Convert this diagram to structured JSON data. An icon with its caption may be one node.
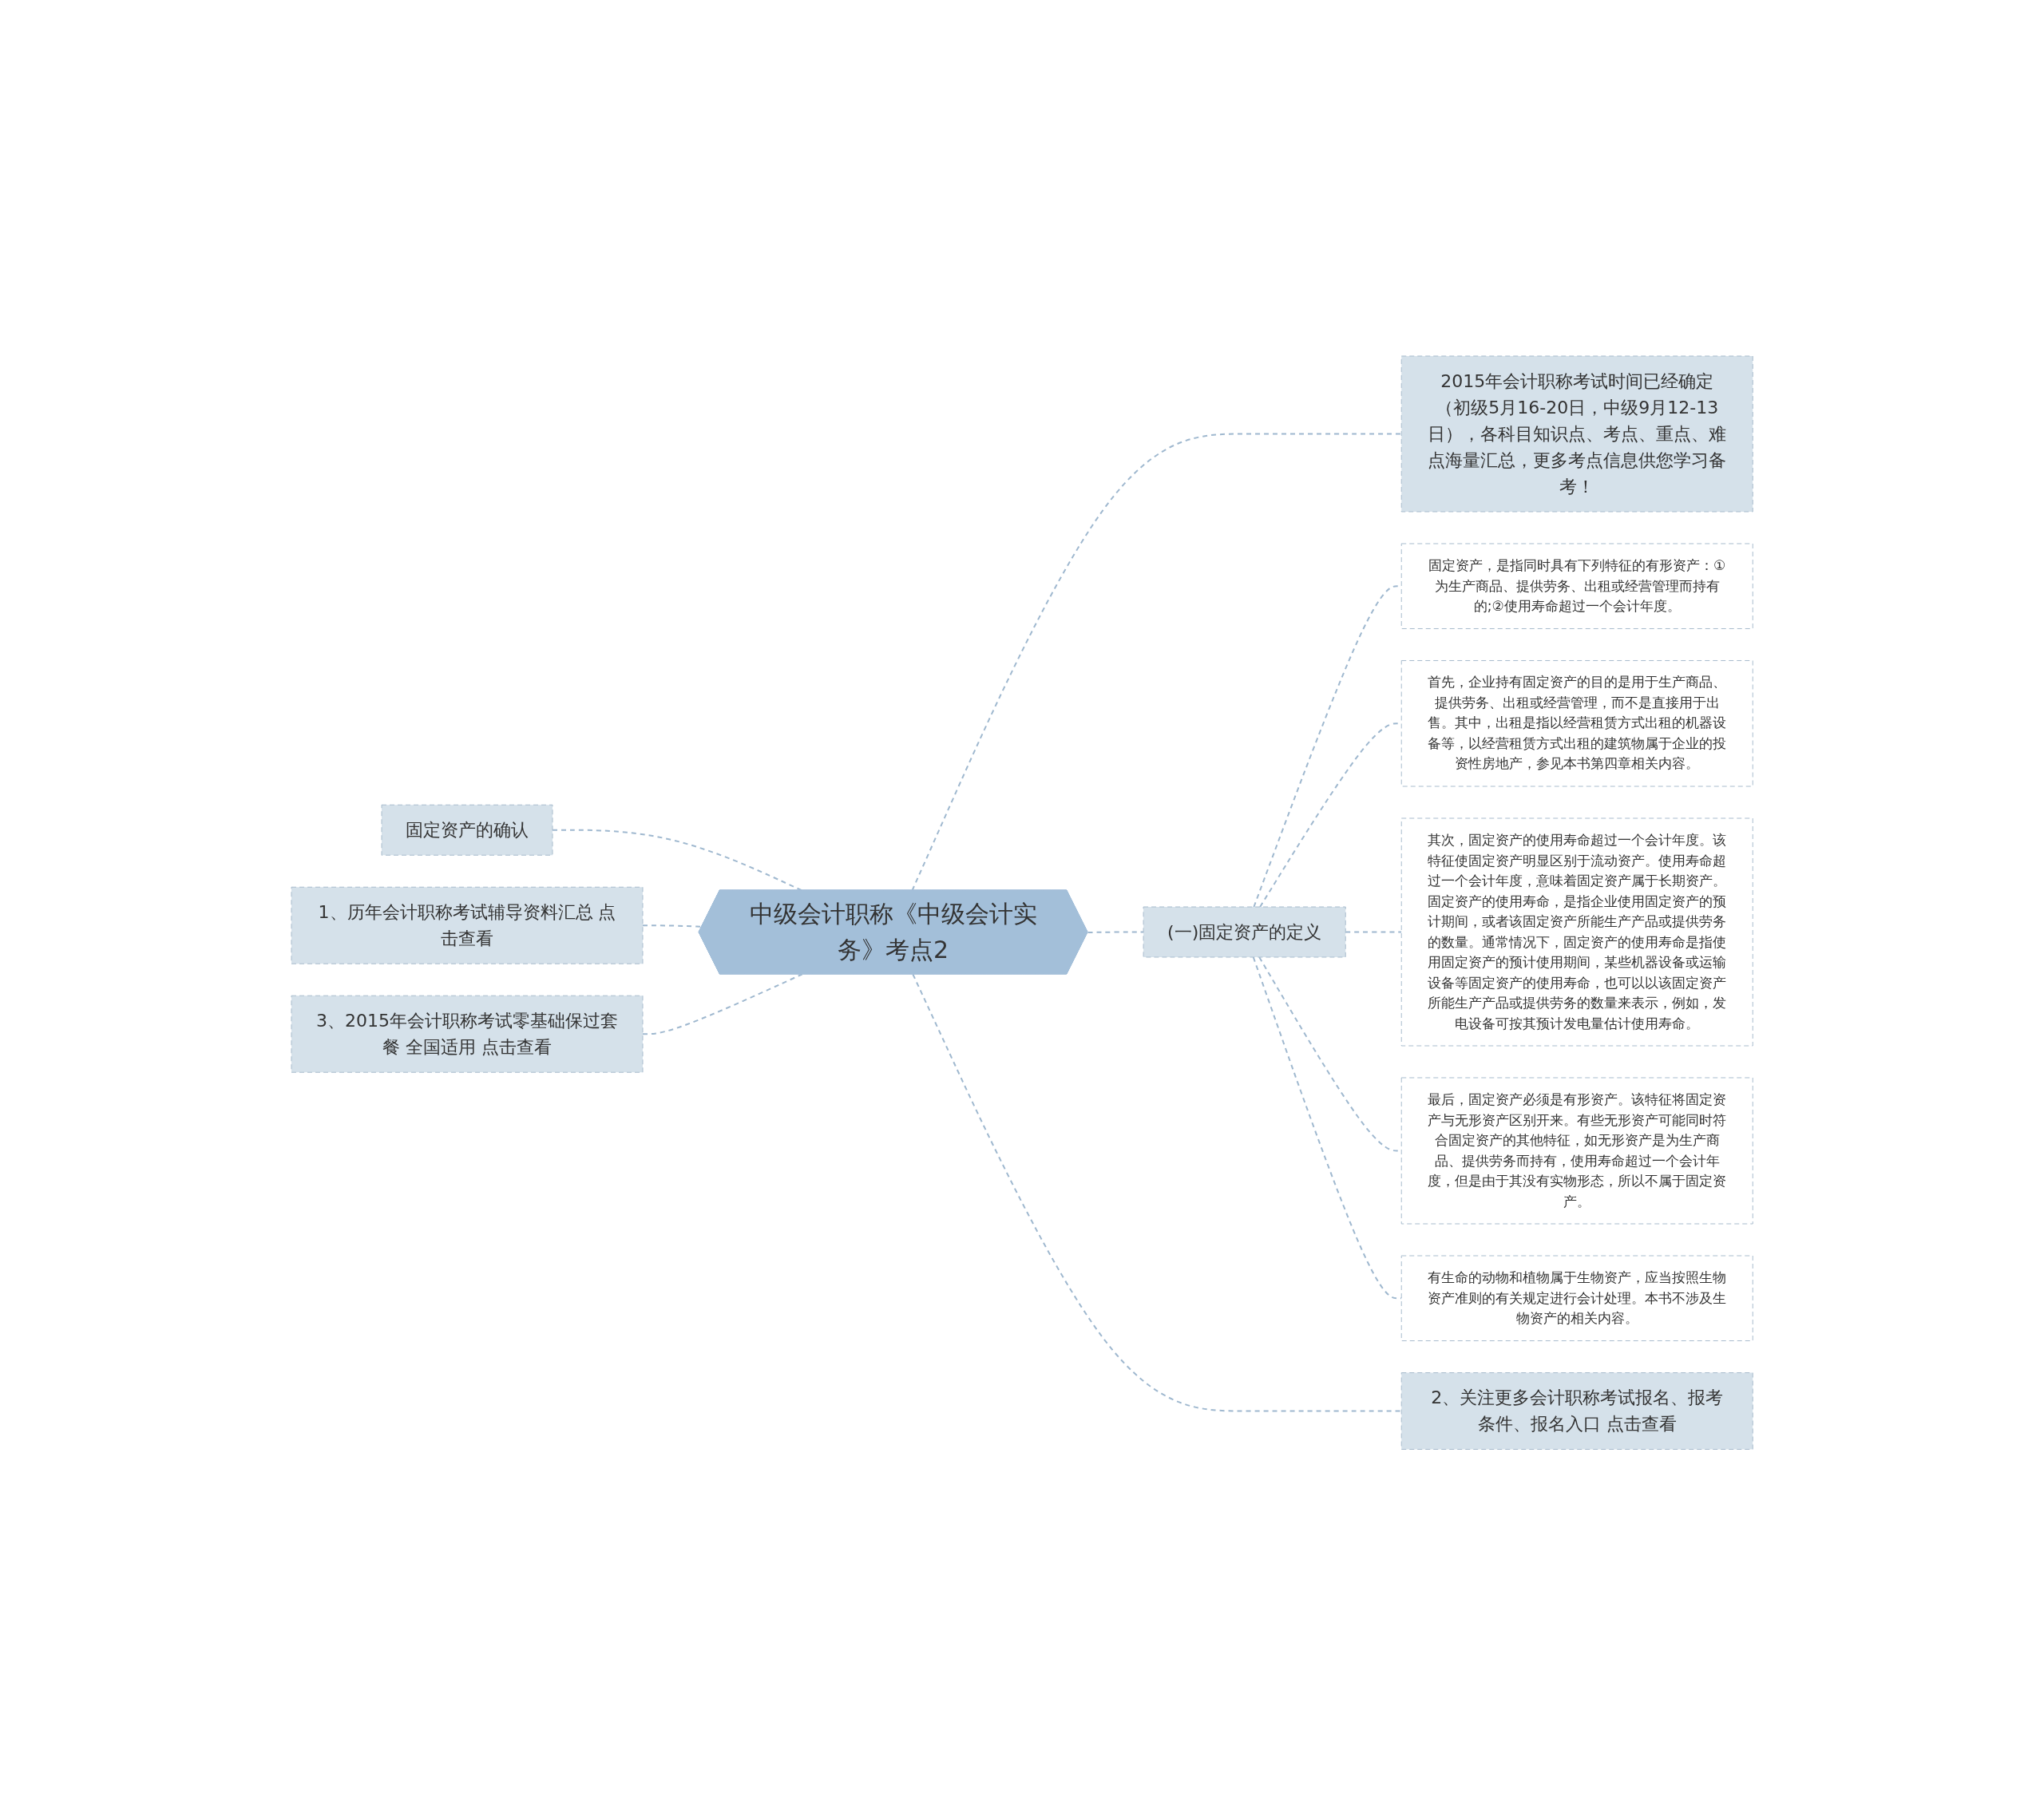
{
  "diagram": {
    "nodes": [
      {
        "text": [
          "中级会计职称《中级会计实务》考点2"
        ]
      },
      {
        "text": [
          "固定资产的确认"
        ]
      },
      {
        "text": [
          "1、历年会计职称考试辅导资料汇总 点击查看"
        ]
      },
      {
        "text": [
          "3、2015年会计职称考试零基础保过套餐 全国适用 点击查看"
        ]
      },
      {
        "text": [
          "2015年会计职称考试时间已经确定（初级5月16-20日，中级9月12-13日），各科目知识点、考点、重点、难点海量汇总，更多考点信息供您学习备考！"
        ]
      },
      {
        "text": [
          "(一)固定资产的定义"
        ]
      },
      {
        "text": [
          "固定资产，是指同时具有下列特征的有形资产：①为生产商品、提供劳务、出租或经营管理而持有的;②使用寿命超过一个会计年度。"
        ]
      },
      {
        "text": [
          "首先，企业持有固定资产的目的是用于生产商品、提供劳务、出租或经营管理，而不是直接用于出售。其中，出租是指以经营租赁方式出租的机器设备等，以经营租赁方式出租的建筑物属于企业的投资性房地产，参见本书第四章相关内容。"
        ]
      },
      {
        "text": [
          "其次，固定资产的使用寿命超过一个会计年度。该特征使固定资产明显区别于流动资产。使用寿命超过一个会计年度，意味着固定资产属于长期资产。固定资产的使用寿命，是指企业使用固定资产的预计期间，或者该固定资产所能生产产品或提供劳务的数量。通常情况下，固定资产的使用寿命是指使用固定资产的预计使用期间，某些机器设备或运输设备等固定资产的使用寿命，也可以以该固定资产所能生产产品或提供劳务的数量来表示，例如，发电设备可按其预计发电量估计使用寿命。"
        ]
      },
      {
        "text": [
          "最后，固定资产必须是有形资产。该特征将固定资产与无形资产区别开来。有些无形资产可能同时符合固定资产的其他特征，如无形资产是为生产商品、提供劳务而持有，使用寿命超过一个会计年度，但是由于其没有实物形态，所以不属于固定资产。"
        ]
      },
      {
        "text": [
          "有生命的动物和植物属于生物资产，应当按照生物资产准则的有关规定进行会计处理。本书不涉及生物资产的相关内容。"
        ]
      },
      {
        "text": [
          "2、关注更多会计职称考试报名、报考条件、报名入口 点击查看"
        ]
      }
    ],
    "edges": [
      {
        "from": 1,
        "to": 0,
        "arrow": "none",
        "style": "dashed"
      },
      {
        "from": 2,
        "to": 0,
        "arrow": "none",
        "style": "dashed"
      },
      {
        "from": 3,
        "to": 0,
        "arrow": "none",
        "style": "dashed"
      },
      {
        "from": 0,
        "to": 4,
        "arrow": "none",
        "style": "dashed"
      },
      {
        "from": 0,
        "to": 5,
        "arrow": "none",
        "style": "dashed"
      },
      {
        "from": 5,
        "to": 6,
        "arrow": "none",
        "style": "dashed"
      },
      {
        "from": 5,
        "to": 7,
        "arrow": "none",
        "style": "dashed"
      },
      {
        "from": 5,
        "to": 8,
        "arrow": "none",
        "style": "dashed"
      },
      {
        "from": 5,
        "to": 9,
        "arrow": "none",
        "style": "dashed"
      },
      {
        "from": 5,
        "to": 10,
        "arrow": "none",
        "style": "dashed"
      },
      {
        "from": 0,
        "to": 11,
        "arrow": "none",
        "style": "dashed"
      }
    ]
  }
}
